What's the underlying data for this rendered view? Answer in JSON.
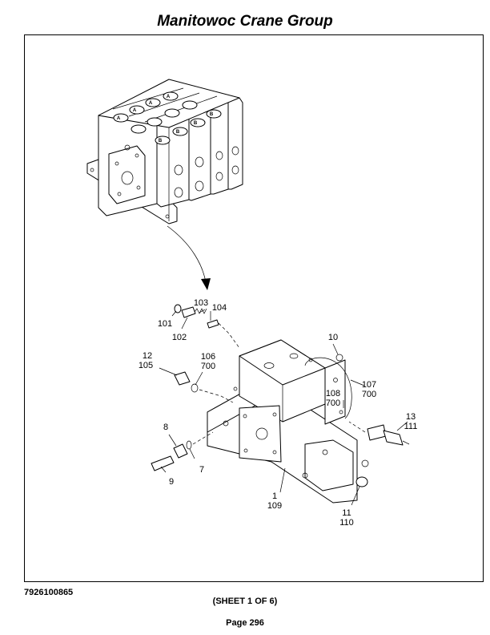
{
  "header": {
    "title": "Manitowoc Crane Group"
  },
  "footer": {
    "drawing_number": "7926100865",
    "sheet": "(SHEET 1 OF 6)",
    "page": "Page 296"
  },
  "diagram": {
    "port_labels": {
      "a": "A",
      "b": "B"
    },
    "callouts": {
      "c1": "1",
      "c109": "109",
      "c7": "7",
      "c8": "8",
      "c9": "9",
      "c10": "10",
      "c11": "11",
      "c110": "110",
      "c12": "12",
      "c105": "105",
      "c13": "13",
      "c111": "111",
      "c101": "101",
      "c102": "102",
      "c103": "103",
      "c104": "104",
      "c106": "106",
      "c700a": "700",
      "c107": "107",
      "c700b": "700",
      "c108": "108",
      "c700c": "700"
    }
  }
}
